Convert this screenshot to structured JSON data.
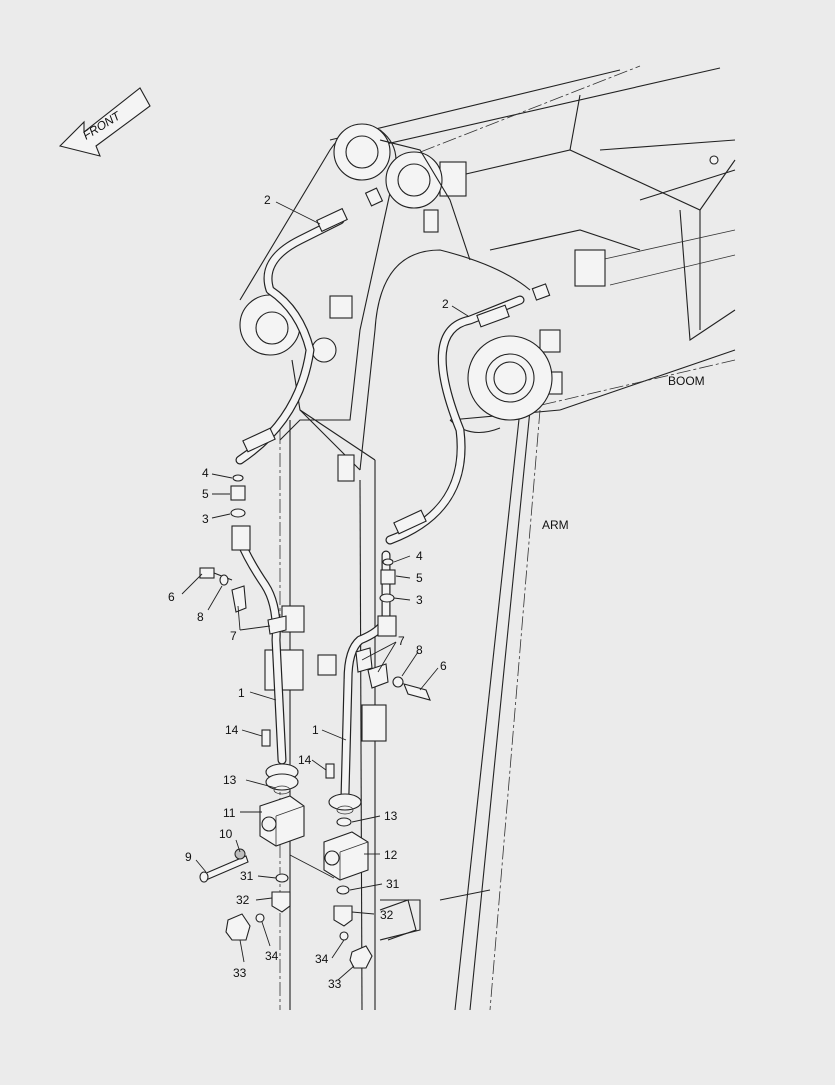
{
  "labels": {
    "front": "FRONT",
    "boom": "BOOM",
    "arm": "ARM"
  },
  "callouts": {
    "c1": "1",
    "c2": "2",
    "c3": "3",
    "c4": "4",
    "c5": "5",
    "c6": "6",
    "c7": "7",
    "c8": "8",
    "c9": "9",
    "c10": "10",
    "c11": "11",
    "c12": "12",
    "c13": "13",
    "c14": "14",
    "c31": "31",
    "c32": "32",
    "c33": "33",
    "c34": "34"
  },
  "colors": {
    "background": "#ebebeb",
    "line": "#222222"
  }
}
